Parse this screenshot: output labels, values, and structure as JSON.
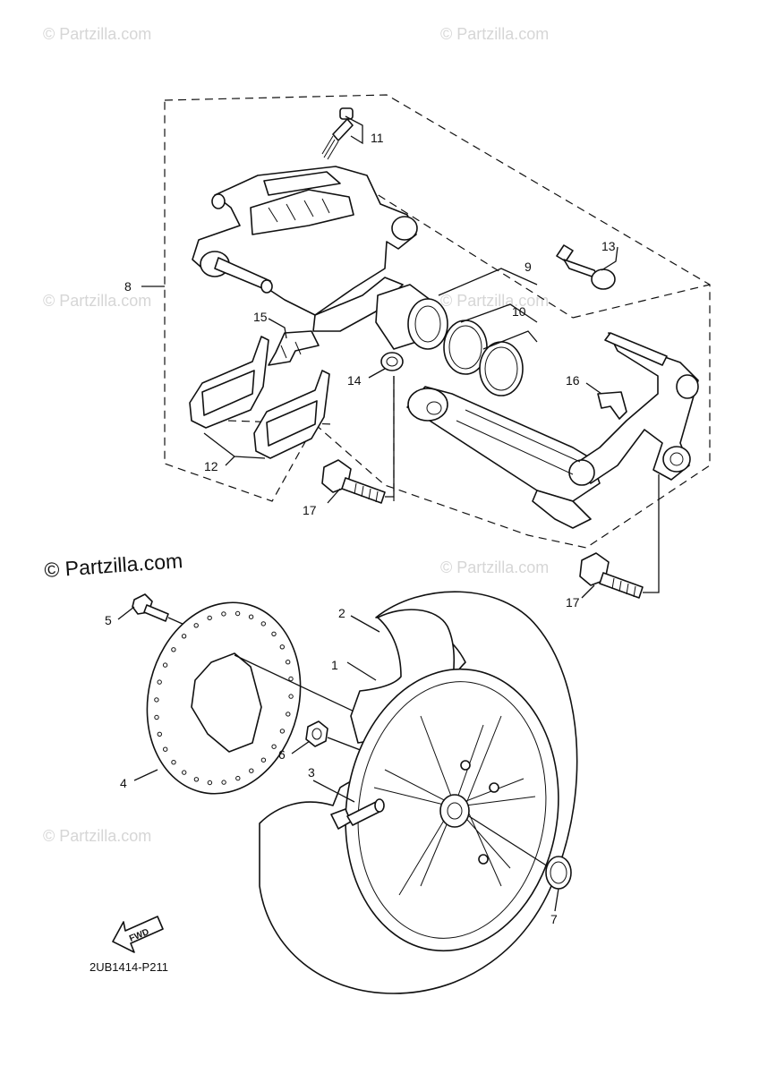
{
  "watermarks": {
    "small": "© Partzilla.com",
    "large": "© Partzilla.com"
  },
  "diagram_code": "2UB1414-P211",
  "fwd_label": "FWD",
  "callouts": {
    "c1": "1",
    "c2": "2",
    "c3": "3",
    "c4": "4",
    "c5": "5",
    "c6": "6",
    "c7": "7",
    "c8": "8",
    "c9": "9",
    "c10": "10",
    "c11": "11",
    "c12": "12",
    "c13": "13",
    "c14": "14",
    "c15": "15",
    "c16": "16",
    "c17a": "17",
    "c17b": "17"
  },
  "colors": {
    "ink": "#111111",
    "watermark": "#d6d6d6",
    "background": "#ffffff"
  }
}
